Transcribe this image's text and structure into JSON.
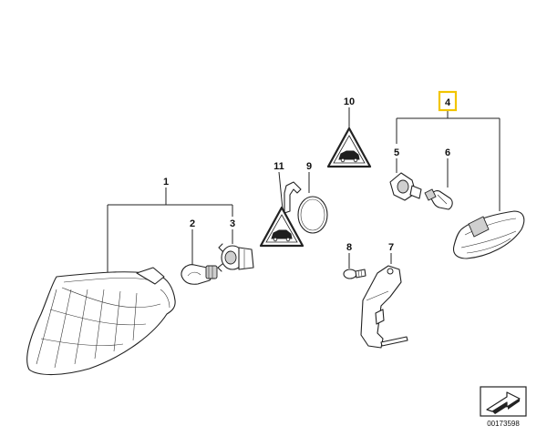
{
  "callouts": {
    "c1": "1",
    "c2": "2",
    "c3": "3",
    "c4": "4",
    "c5": "5",
    "c6": "6",
    "c7": "7",
    "c8": "8",
    "c9": "9",
    "c10": "10",
    "c11": "11"
  },
  "highlighted_callout": "4",
  "highlight_color": "#f2c500",
  "drawing_number": "00173598",
  "icons": [
    "warning-triangle-icon",
    "vehicle-icon",
    "view-direction-arrow-icon"
  ]
}
